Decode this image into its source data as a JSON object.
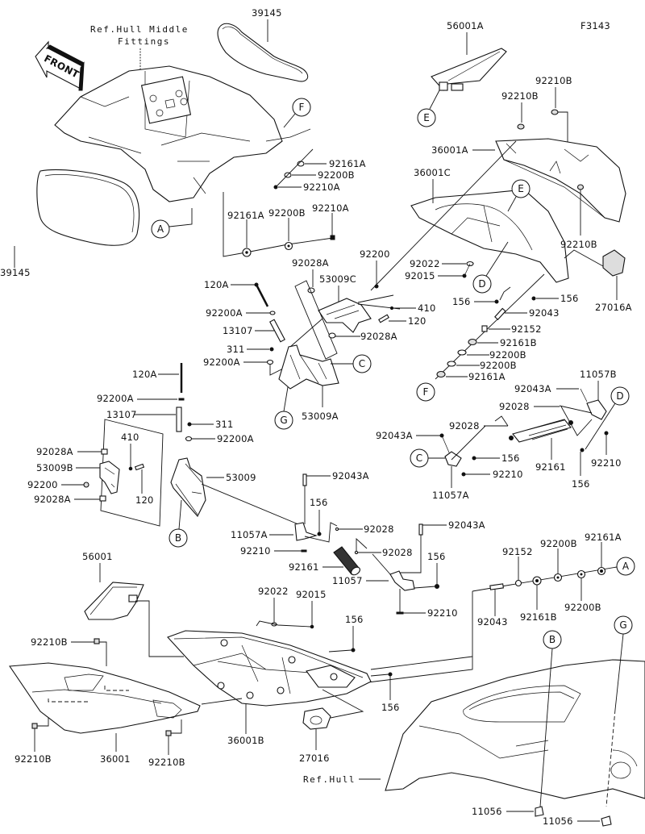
{
  "figure_code": "F3143",
  "front_arrow_label": "FRONT",
  "references": {
    "hull_middle_fittings_line1": "Ref.Hull Middle",
    "hull_middle_fittings_line2": "Fittings",
    "hull": "Ref.Hull"
  },
  "callout_letters": {
    "A": "A",
    "B": "B",
    "C": "C",
    "D": "D",
    "E": "E",
    "F": "F",
    "G": "G"
  },
  "parts": {
    "p39145_top": "39145",
    "p39145_left": "39145",
    "p56001A": "56001A",
    "p92210B_a": "92210B",
    "p92210B_b": "92210B",
    "p36001A": "36001A",
    "p36001C": "36001C",
    "p92161A_top": "92161A",
    "p92200B_top": "92200B",
    "p92210A_top": "92210A",
    "p92161A_mid": "92161A",
    "p92200B_mid": "92200B",
    "p92210A_mid": "92210A",
    "p92210B_c": "92210B",
    "p27016A": "27016A",
    "p92022_top": "92022",
    "p92015_top": "92015",
    "p92200": "92200",
    "p92028A_top": "92028A",
    "p53009C": "53009C",
    "p120A_top": "120A",
    "p92200A_top": "92200A",
    "p13107_top": "13107",
    "p410_top": "410",
    "p120_top": "120",
    "p92028A_mid": "92028A",
    "p311_top": "311",
    "p92200A_mid": "92200A",
    "p53009A": "53009A",
    "p156_a": "156",
    "p156_b": "156",
    "p92043_top": "92043",
    "p92152_top": "92152",
    "p92161B_top": "92161B",
    "p92200B_r1": "92200B",
    "p92200B_r2": "92200B",
    "p92161A_r": "92161A",
    "p92043A_r": "92043A",
    "p11057B": "11057B",
    "p92028_r1": "92028",
    "p92028_r2": "92028",
    "p92043A_l": "92043A",
    "p156_c": "156",
    "p92210_c": "92210",
    "p11057A_r": "11057A",
    "p92161_r": "92161",
    "p156_d": "156",
    "p92210_d": "92210",
    "p120A_l": "120A",
    "p92200A_l": "92200A",
    "p13107_l": "13107",
    "p311_l": "311",
    "p92200A_l2": "92200A",
    "p92028A_l1": "92028A",
    "p410_l": "410",
    "p53009B": "53009B",
    "p92200_l": "92200",
    "p92028A_l2": "92028A",
    "p120_l": "120",
    "p53009": "53009",
    "p92043A_m": "92043A",
    "p156_m": "156",
    "p11057A_m": "11057A",
    "p92028_m1": "92028",
    "p92210_m": "92210",
    "p92028_m2": "92028",
    "p92161_m": "92161",
    "p92043A_m2": "92043A",
    "p156_m2": "156",
    "p11057": "11057",
    "p92210_m2": "92210",
    "p92152_b": "92152",
    "p92200B_b1": "92200B",
    "p92161A_b": "92161A",
    "p92043_b": "92043",
    "p92161B_b": "92161B",
    "p92200B_b2": "92200B",
    "p56001": "56001",
    "p92022_b": "92022",
    "p92015_b": "92015",
    "p156_e": "156",
    "p92210B_d": "92210B",
    "p156_f": "156",
    "p92210B_e": "92210B",
    "p36001": "36001",
    "p92210B_f": "92210B",
    "p36001B": "36001B",
    "p27016": "27016",
    "p11056_a": "11056",
    "p11056_b": "11056"
  }
}
